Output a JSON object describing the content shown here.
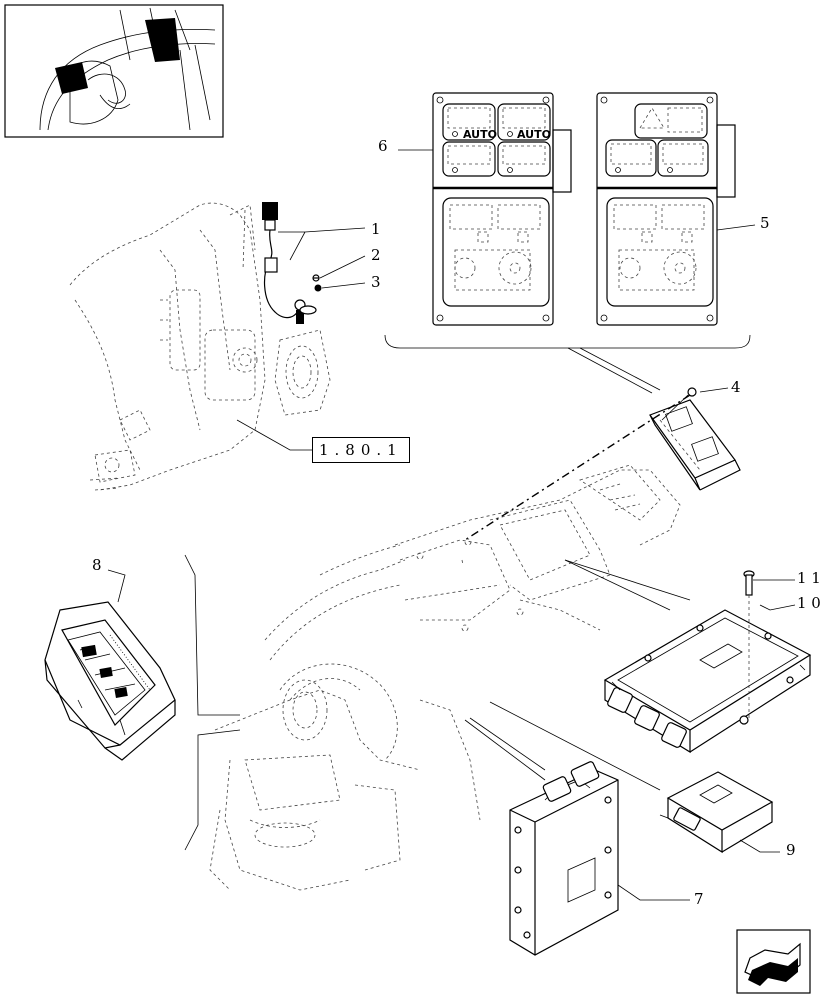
{
  "callouts": {
    "c1": "1",
    "c2": "2",
    "c3": "3",
    "c4": "4",
    "c5": "5",
    "c6": "6",
    "c7": "7",
    "c8": "8",
    "c9": "9",
    "c10": "1 0",
    "c11": "1 1"
  },
  "reference": "1.80.1",
  "panel6": {
    "label_a": "AUTO",
    "label_b": "AUTO"
  },
  "icons": {
    "nav": "next-page-arrow-icon",
    "locator": "tractor-cab-locator-icon"
  },
  "colors": {
    "line": "#000000",
    "dashed": "#555555",
    "background": "#ffffff"
  }
}
